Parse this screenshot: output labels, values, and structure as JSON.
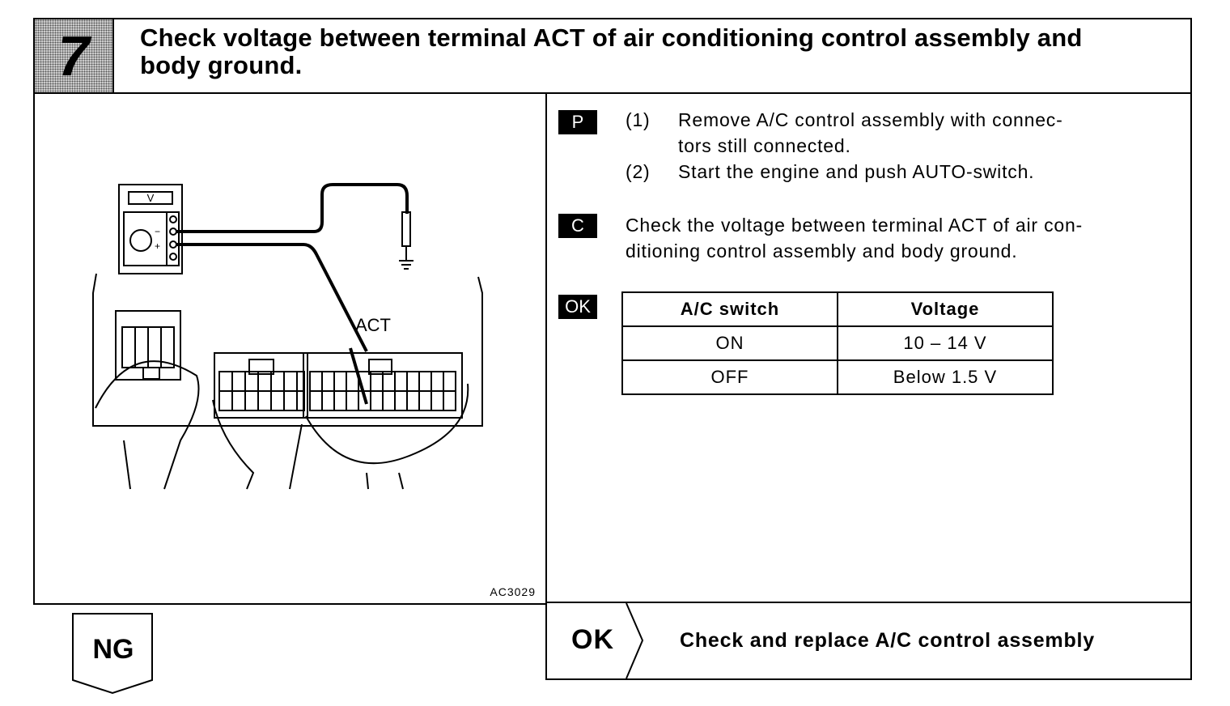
{
  "header": {
    "step_number": "7",
    "title_line1": "Check voltage between terminal ACT of air conditioning control assembly and",
    "title_line2": "body ground."
  },
  "figure": {
    "meter_label": "V",
    "terminal_label": "ACT",
    "figure_code": "AC3029"
  },
  "procedure": {
    "prepare_tag": "P",
    "step1_num": "(1)",
    "step1_line1": "Remove A/C control assembly with connec-",
    "step1_line2": "tors still connected.",
    "step2_num": "(2)",
    "step2_text": "Start the engine and push AUTO-switch.",
    "check_tag": "C",
    "check_line1": "Check the voltage between terminal ACT of air con-",
    "check_line2": "ditioning control assembly and body ground.",
    "ok_tag": "OK"
  },
  "spec_table": {
    "headers": [
      "A/C switch",
      "Voltage"
    ],
    "rows": [
      [
        "ON",
        "10 – 14 V"
      ],
      [
        "OFF",
        "Below 1.5 V"
      ]
    ]
  },
  "result": {
    "ok_label": "OK",
    "ok_action": "Check and replace A/C control assembly",
    "ng_label": "NG"
  }
}
